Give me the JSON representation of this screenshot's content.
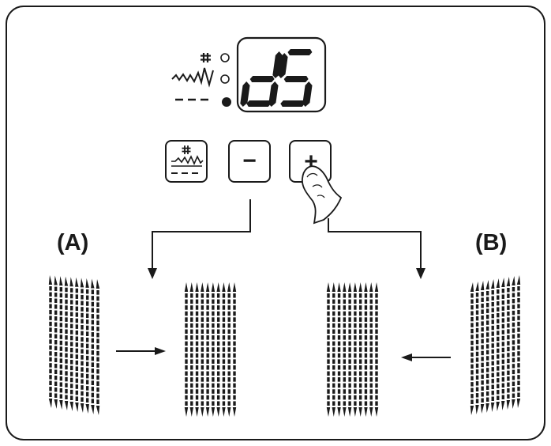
{
  "display": {
    "readout": "d5",
    "indicator_states": [
      "off",
      "off",
      "on"
    ],
    "indicator_symbols": [
      "hash-icon",
      "zigzag-stitch-icon",
      "straight-stitch-icon"
    ]
  },
  "buttons": {
    "mode_symbols": [
      "hash-icon",
      "zigzag-stitch-icon",
      "straight-stitch-icon"
    ],
    "minus_label": "−",
    "plus_label": "+",
    "pressed": "plus"
  },
  "labels": {
    "a": "(A)",
    "b": "(B)"
  },
  "colors": {
    "ink": "#1a1a1a",
    "background": "#ffffff"
  }
}
